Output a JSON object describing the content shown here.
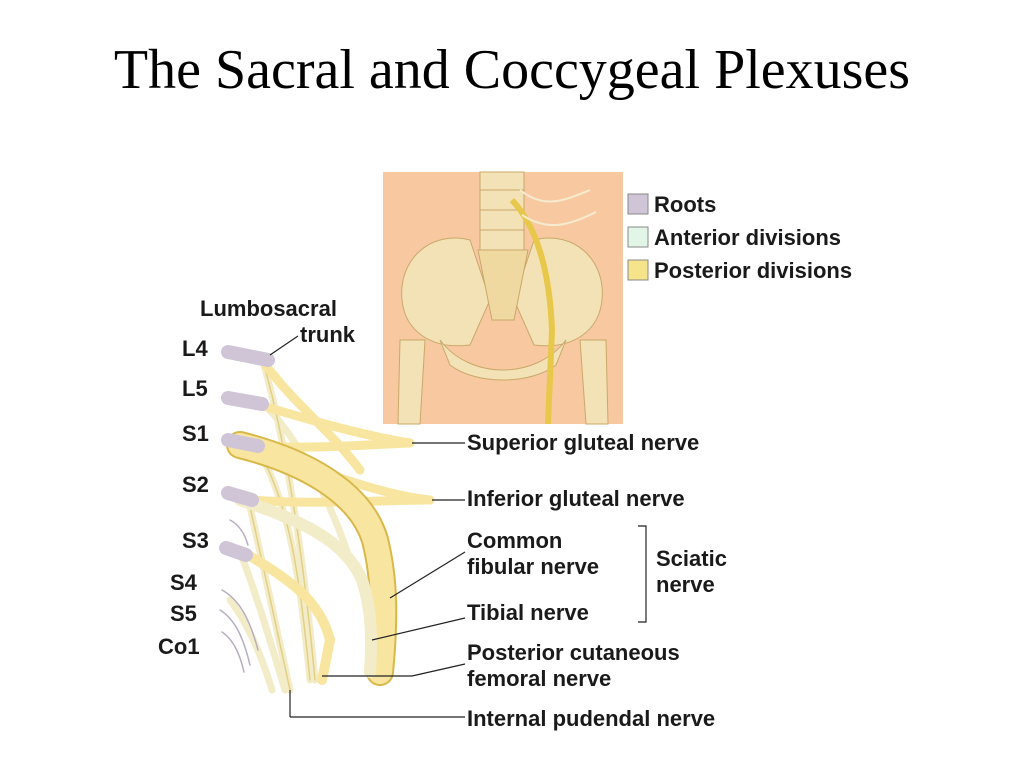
{
  "title": "The Sacral and Coccygeal Plexuses",
  "colors": {
    "roots": "#cfc5d6",
    "anterior": "#e2f6e8",
    "posterior": "#f6e48a",
    "nerve_fill": "#f8e6a0",
    "nerve_edge": "#d9b84a",
    "skin": "#f8c9a0",
    "bone": "#f2e2b6"
  },
  "legend": [
    {
      "label": "Roots",
      "color": "#cfc5d6"
    },
    {
      "label": "Anterior divisions",
      "color": "#e2f6e8"
    },
    {
      "label": "Posterior divisions",
      "color": "#f6e48a"
    }
  ],
  "roots": [
    "L4",
    "L5",
    "S1",
    "S2",
    "S3",
    "S4",
    "S5",
    "Co1"
  ],
  "labels": {
    "lumbosacral_line1": "Lumbosacral",
    "lumbosacral_line2": "trunk",
    "superior_gluteal": "Superior gluteal nerve",
    "inferior_gluteal": "Inferior gluteal nerve",
    "common_fibular_line1": "Common",
    "common_fibular_line2": "fibular nerve",
    "tibial": "Tibial nerve",
    "sciatic_line1": "Sciatic",
    "sciatic_line2": "nerve",
    "post_cut_line1": "Posterior cutaneous",
    "post_cut_line2": "femoral nerve",
    "internal_pudendal": "Internal pudendal nerve"
  }
}
